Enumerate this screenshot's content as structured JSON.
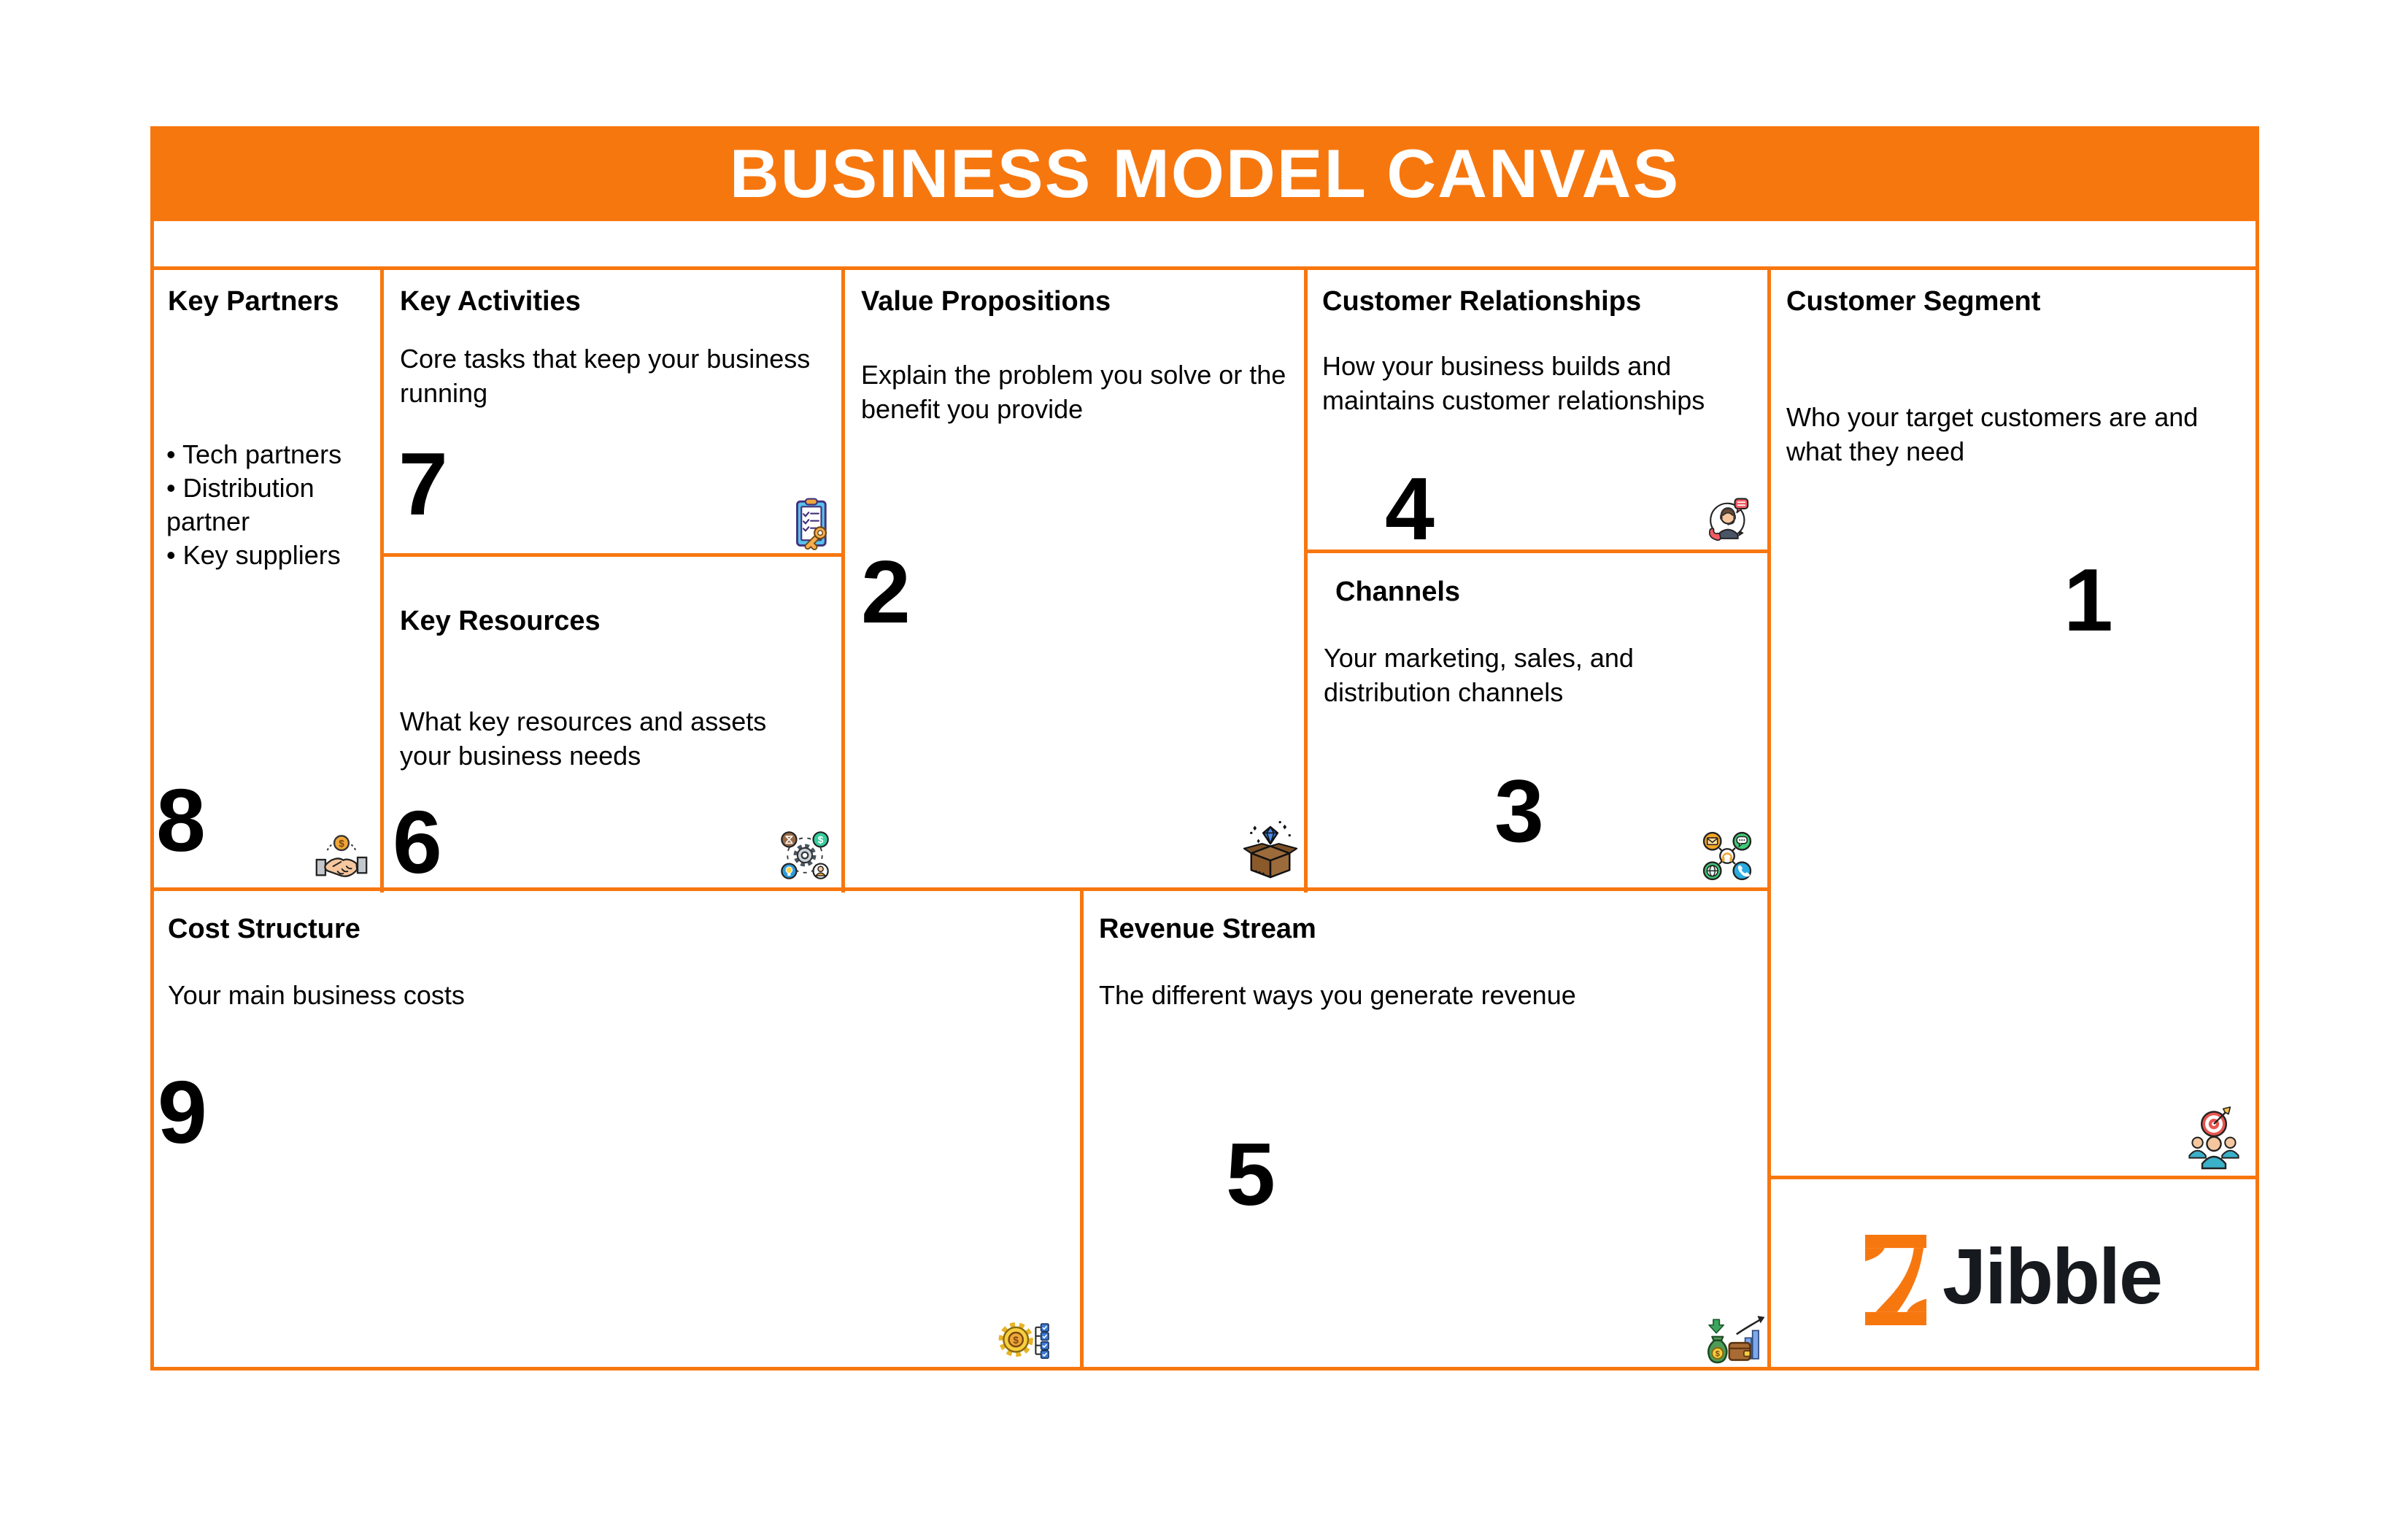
{
  "header": {
    "title": "BUSINESS MODEL CANVAS"
  },
  "colors": {
    "accent_orange": "#F7770F",
    "text": "#000000",
    "logo_text": "#16191D"
  },
  "cells": {
    "key_partners": {
      "title": "Key Partners",
      "bullets": [
        "• Tech partners",
        "• Distribution partner",
        "• Key suppliers"
      ],
      "number": "8",
      "icon": "handshake-coin-icon"
    },
    "key_activities": {
      "title": "Key Activities",
      "description": "Core tasks that keep your business running",
      "number": "7",
      "icon": "clipboard-key-icon"
    },
    "key_resources": {
      "title": "Key Resources",
      "description": "What key resources and assets your business needs",
      "number": "6",
      "icon": "gear-network-icon"
    },
    "value_propositions": {
      "title": "Value Propositions",
      "description": "Explain the problem you solve or the benefit you provide",
      "number": "2",
      "icon": "box-diamond-icon"
    },
    "customer_relationships": {
      "title": "Customer Relationships",
      "description": "How your business builds and maintains customer relationships",
      "number": "4",
      "icon": "support-agent-icon"
    },
    "channels": {
      "title": "Channels",
      "description": "Your marketing, sales, and distribution channels",
      "number": "3",
      "icon": "channel-circles-icon"
    },
    "customer_segment": {
      "title": "Customer Segment",
      "description": "Who your target customers are and what they need",
      "number": "1",
      "icon": "target-audience-icon"
    },
    "cost_structure": {
      "title": "Cost Structure",
      "description": "Your main business costs",
      "number": "9",
      "icon": "gear-coin-checklist-icon"
    },
    "revenue_stream": {
      "title": "Revenue Stream",
      "description": "The different ways you generate revenue",
      "number": "5",
      "icon": "moneybag-chart-icon"
    }
  },
  "logo": {
    "brand": "Jibble",
    "icon": "jibble-hourglass-icon"
  }
}
